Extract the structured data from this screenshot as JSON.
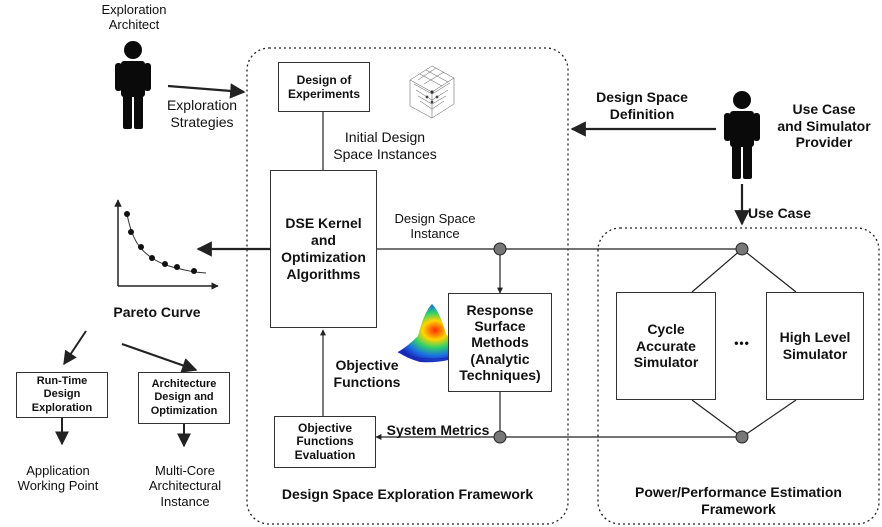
{
  "actors": {
    "architect_label": [
      "Exploration",
      "Architect"
    ],
    "provider_label": [
      "Use Case",
      "and Simulator",
      "Provider"
    ]
  },
  "labels": {
    "exploration_strategies": [
      "Exploration",
      "Strategies"
    ],
    "design_space_definition": [
      "Design Space",
      "Definition"
    ],
    "initial_instances": [
      "Initial Design",
      "Space Instances"
    ],
    "design_space_instance": [
      "Design Space",
      "Instance"
    ],
    "use_case": "Use Case",
    "objective_functions": [
      "Objective",
      "Functions"
    ],
    "system_metrics": "System Metrics",
    "pareto_curve": "Pareto Curve",
    "application_working_point": [
      "Application",
      "Working Point"
    ],
    "multicore_instance": [
      "Multi-Core",
      "Architectural",
      "Instance"
    ],
    "ellipsis": "•••"
  },
  "boxes": {
    "design_of_experiments": [
      "Design of",
      "Experiments"
    ],
    "dse_kernel": [
      "DSE Kernel",
      "and",
      "Optimization",
      "Algorithms"
    ],
    "response_surface": [
      "Response",
      "Surface",
      "Methods",
      "(Analytic",
      "Techniques)"
    ],
    "objective_eval": [
      "Objective",
      "Functions",
      "Evaluation"
    ],
    "runtime_exploration": [
      "Run-Time",
      "Design",
      "Exploration"
    ],
    "architecture_design": [
      "Architecture",
      "Design and",
      "Optimization"
    ],
    "cycle_accurate": [
      "Cycle",
      "Accurate",
      "Simulator"
    ],
    "high_level": [
      "High Level",
      "Simulator"
    ]
  },
  "frames": {
    "dse_framework": "Design Space Exploration Framework",
    "power_framework": [
      "Power/Performance Estimation",
      "Framework"
    ]
  },
  "colors": {
    "line": "#222222",
    "node": "#777777",
    "person": "#0a0a0a"
  }
}
